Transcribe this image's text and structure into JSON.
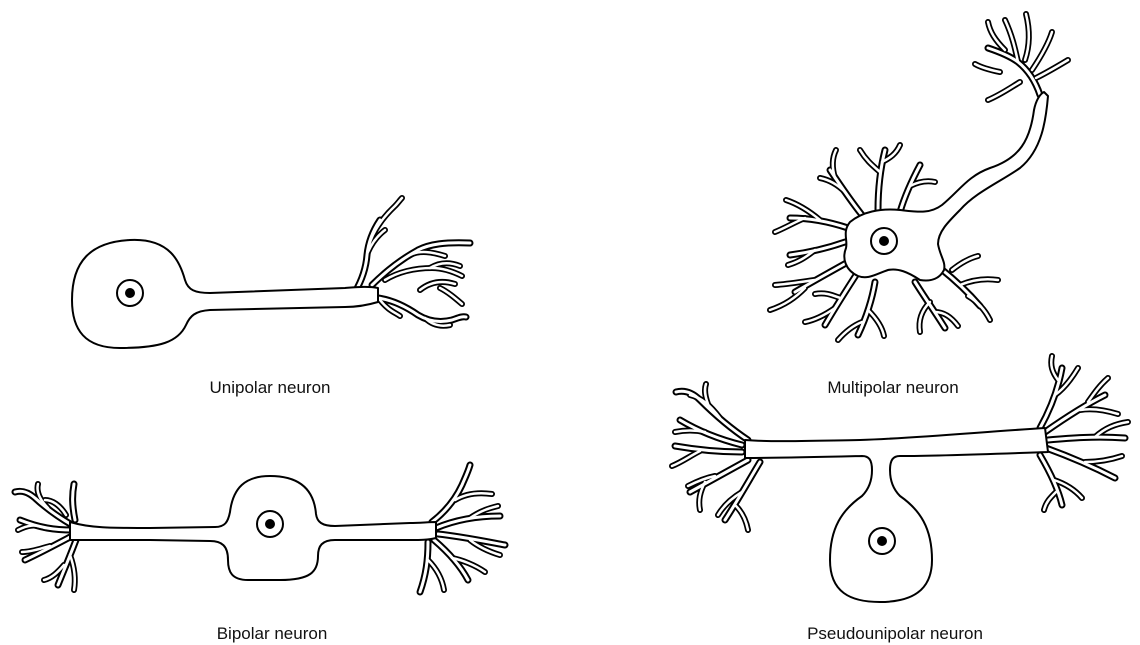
{
  "figure": {
    "background": "#ffffff",
    "line_color": "#000000",
    "neurons": [
      {
        "id": "unipolar",
        "label": "Unipolar neuron"
      },
      {
        "id": "bipolar",
        "label": "Bipolar neuron"
      },
      {
        "id": "multipolar",
        "label": "Multipolar neuron"
      },
      {
        "id": "pseudounipolar",
        "label": "Pseudounipolar neuron"
      }
    ]
  }
}
